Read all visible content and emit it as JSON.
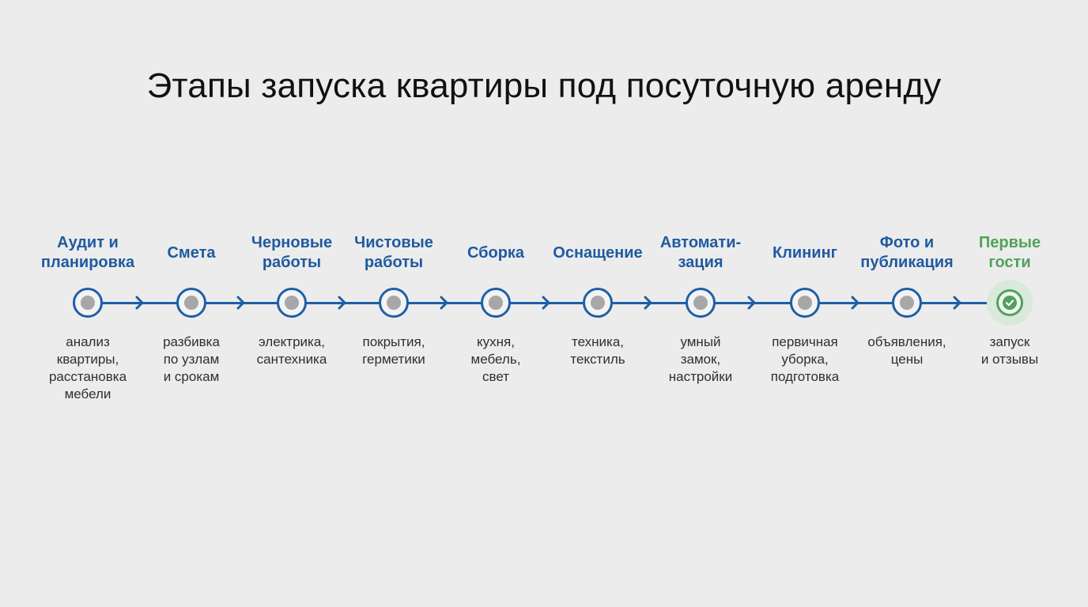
{
  "title": "Этапы запуска квартиры под посуточную аренду",
  "colors": {
    "background": "#ececec",
    "primary_blue": "#1e5ea6",
    "stage_title_blue": "#1f5aa0",
    "final_green": "#4ea35b",
    "node_dot_gray": "#a7a7a7",
    "description_text": "#2f2f2f"
  },
  "icons": {
    "connector": "chevron-right-icon",
    "final_stage": "check-icon"
  },
  "stages": [
    {
      "title": "Аудит и\nпланировка",
      "description": "анализ\nквартиры,\nрасстановка\nмебели"
    },
    {
      "title": "Смета",
      "description": "разбивка\nпо узлам\nи срокам"
    },
    {
      "title": "Черновые\nработы",
      "description": "электрика,\nсантехника"
    },
    {
      "title": "Чистовые\nработы",
      "description": "покрытия,\nгерметики"
    },
    {
      "title": "Сборка",
      "description": "кухня,\nмебель,\nсвет"
    },
    {
      "title": "Оснащение",
      "description": "техника,\nтекстиль"
    },
    {
      "title": "Автомати-\nзация",
      "description": "умный\nзамок,\nнастройки"
    },
    {
      "title": "Клининг",
      "description": "первичная\nуборка,\nподготовка"
    },
    {
      "title": "Фото и\nпубликация",
      "description": "объявления,\nцены"
    },
    {
      "title": "Первые\nгости",
      "description": "запуск\nи отзывы"
    }
  ]
}
